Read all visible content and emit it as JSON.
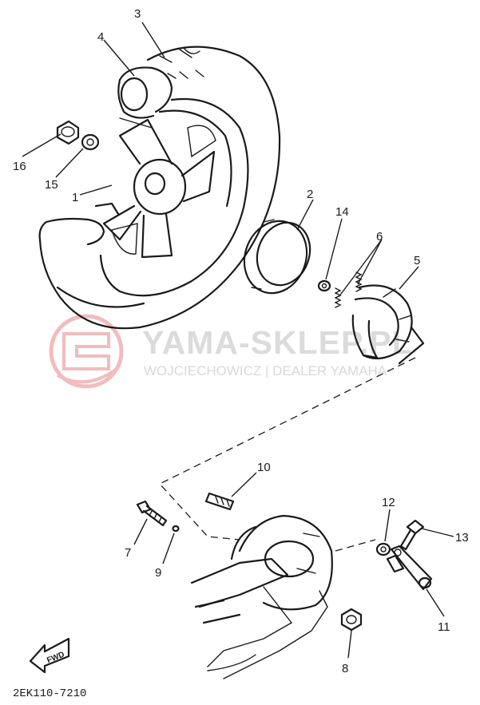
{
  "watermark": {
    "title": "YAMA-SKLEP.PL",
    "subtitle": "WOJCIECHOWICZ | DEALER YAMAHA",
    "logo_color": "#e8878a",
    "text_color": "#bfbfbf"
  },
  "part_labels": {
    "p1": "1",
    "p2": "2",
    "p3": "3",
    "p4": "4",
    "p5": "5",
    "p6": "6",
    "p7": "7",
    "p8": "8",
    "p9": "9",
    "p10": "10",
    "p11": "11",
    "p12": "12",
    "p13": "13",
    "p14": "14",
    "p15": "15",
    "p16": "16"
  },
  "fwd_label": "FWD",
  "diagram_code": "2EK110-7210"
}
